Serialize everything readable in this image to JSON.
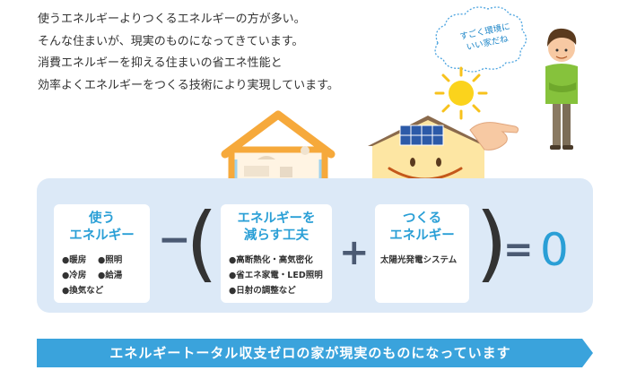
{
  "intro": {
    "lines": [
      "使うエネルギーよりつくるエネルギーの方が多い。",
      "そんな住まいが、現実のものになってきています。",
      "消費エネルギーを抑える住まいの省エネ性能と",
      "効率よくエネルギーをつくる技術により実現しています。"
    ]
  },
  "speech_bubble": {
    "line1": "すごく環境に",
    "line2": "いい家だね"
  },
  "equation": {
    "use": {
      "title_line1": "使う",
      "title_line2": "エネルギー",
      "items": [
        "●暖房",
        "●照明",
        "●冷房",
        "●給湯",
        "●換気など"
      ]
    },
    "minus": "−",
    "open_paren": "(",
    "reduce": {
      "title_line1": "エネルギーを",
      "title_line2": "減らす工夫",
      "items": [
        "●高断熱化・高気密化",
        "●省エネ家電・LED照明",
        "●日射の調整など"
      ]
    },
    "plus": "+",
    "create": {
      "title_line1": "つくる",
      "title_line2": "エネルギー",
      "items": [
        "太陽光発電システム"
      ]
    },
    "close_paren": ")",
    "equals": "=",
    "zero": "0"
  },
  "banner": {
    "text": "エネルギートータル収支ゼロの家が現実のものになっています"
  },
  "colors": {
    "accent": "#2a9fd6",
    "panel": "#dce9f7",
    "operator": "#4b5a73",
    "house_orange": "#f6a93b"
  }
}
